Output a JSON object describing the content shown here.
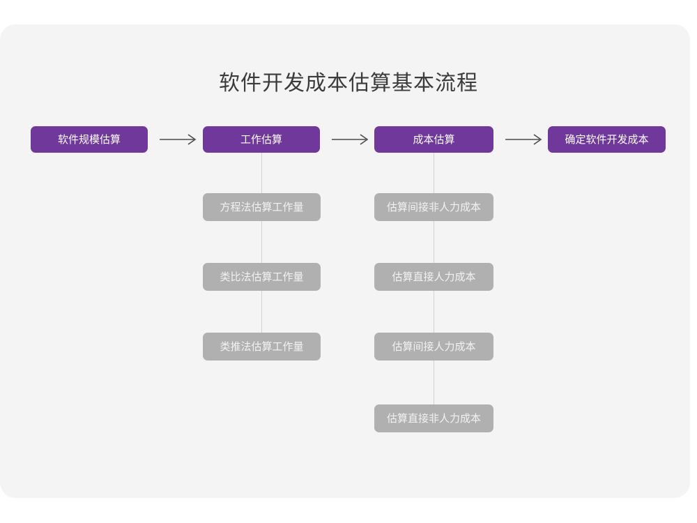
{
  "chart_data": {
    "type": "diagram",
    "title": "软件开发成本估算基本流程",
    "orientation": "left-to-right with vertical sub-branches",
    "main_flow": [
      "软件规模估算",
      "工作估算",
      "成本估算",
      "确定软件开发成本"
    ],
    "branches": [
      {
        "parent": "工作估算",
        "items": [
          "方程法估算工作量",
          "类比法估算工作量",
          "类推法估算工作量"
        ]
      },
      {
        "parent": "成本估算",
        "items": [
          "估算间接非人力成本",
          "估算直接人力成本",
          "估算间接人力成本",
          "估算直接非人力成本"
        ]
      }
    ],
    "colors": {
      "primary_node": "#70389a",
      "primary_node_text": "#ffffff",
      "sub_node": "#b0b0b0",
      "sub_node_text": "#f2f2f2",
      "panel_background": "#f4f4f4",
      "page_background": "#ffffff",
      "title_text": "#3b3b3b",
      "connector_line": "#d2d2d2",
      "arrow": "#4a4a4a"
    }
  },
  "title": {
    "text": "软件开发成本估算基本流程"
  },
  "flow": {
    "nodes": [
      {
        "label": "软件规模估算"
      },
      {
        "label": "工作估算"
      },
      {
        "label": "成本估算"
      },
      {
        "label": "确定软件开发成本"
      }
    ],
    "arrows": [
      {
        "glyph": "→"
      },
      {
        "glyph": "→"
      },
      {
        "glyph": "→"
      }
    ]
  },
  "branch_effort": {
    "items": [
      {
        "label": "方程法估算工作量"
      },
      {
        "label": "类比法估算工作量"
      },
      {
        "label": "类推法估算工作量"
      }
    ]
  },
  "branch_cost": {
    "items": [
      {
        "label": "估算间接非人力成本"
      },
      {
        "label": "估算直接人力成本"
      },
      {
        "label": "估算间接人力成本"
      },
      {
        "label": "估算直接非人力成本"
      }
    ]
  }
}
